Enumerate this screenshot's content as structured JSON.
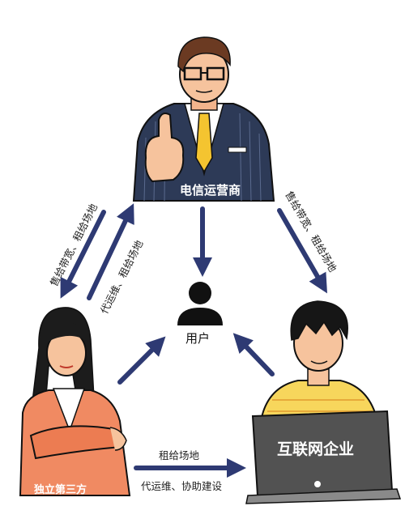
{
  "nodes": {
    "operator": "电信运营商",
    "user": "用户",
    "third_party": "独立第三方",
    "internet": "互联网企业"
  },
  "edges": {
    "op_to_third": "售给带宽、租给场地",
    "third_to_op": "代运维、租给场地",
    "op_to_internet": "售给带宽、租给场地",
    "third_to_internet_top": "租给场地",
    "third_to_internet_bottom": "代运维、协助建设"
  },
  "colors": {
    "arrow": "#2e3a73",
    "suit": "#2d3a57",
    "tie": "#f4c430",
    "jacket": "#f08a62",
    "shirt": "#f7d65c",
    "monitor": "#525252"
  }
}
